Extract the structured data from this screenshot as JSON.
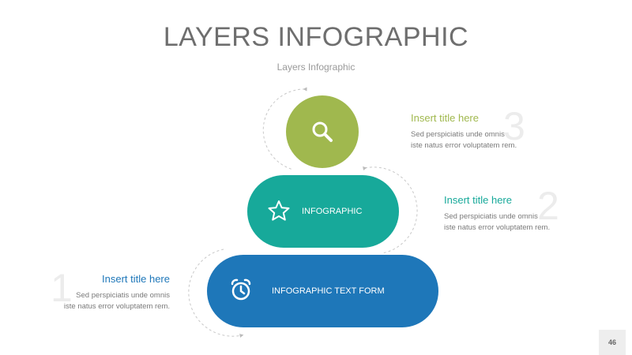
{
  "slide": {
    "title": "LAYERS INFOGRAPHIC",
    "subtitle": "Layers Infographic",
    "page_number": "46"
  },
  "colors": {
    "green": "#a0b84e",
    "teal": "#17a99a",
    "blue": "#1e77b9",
    "grey_text": "#7a7a7a"
  },
  "layers": [
    {
      "icon": "search-icon",
      "label": ""
    },
    {
      "icon": "star-icon",
      "label": "INFOGRAPHIC"
    },
    {
      "icon": "alarm-clock-icon",
      "label": "INFOGRAPHIC TEXT FORM"
    }
  ],
  "items": [
    {
      "number": "1",
      "title": "Insert title here",
      "desc_line1": "Sed perspiciatis unde omnis",
      "desc_line2": "iste natus error voluptatem rem."
    },
    {
      "number": "2",
      "title": "Insert title here",
      "desc_line1": "Sed perspiciatis unde omnis",
      "desc_line2": "iste natus error voluptatem rem."
    },
    {
      "number": "3",
      "title": "Insert title here",
      "desc_line1": "Sed perspiciatis unde omnis",
      "desc_line2": "iste natus error voluptatem rem."
    }
  ]
}
